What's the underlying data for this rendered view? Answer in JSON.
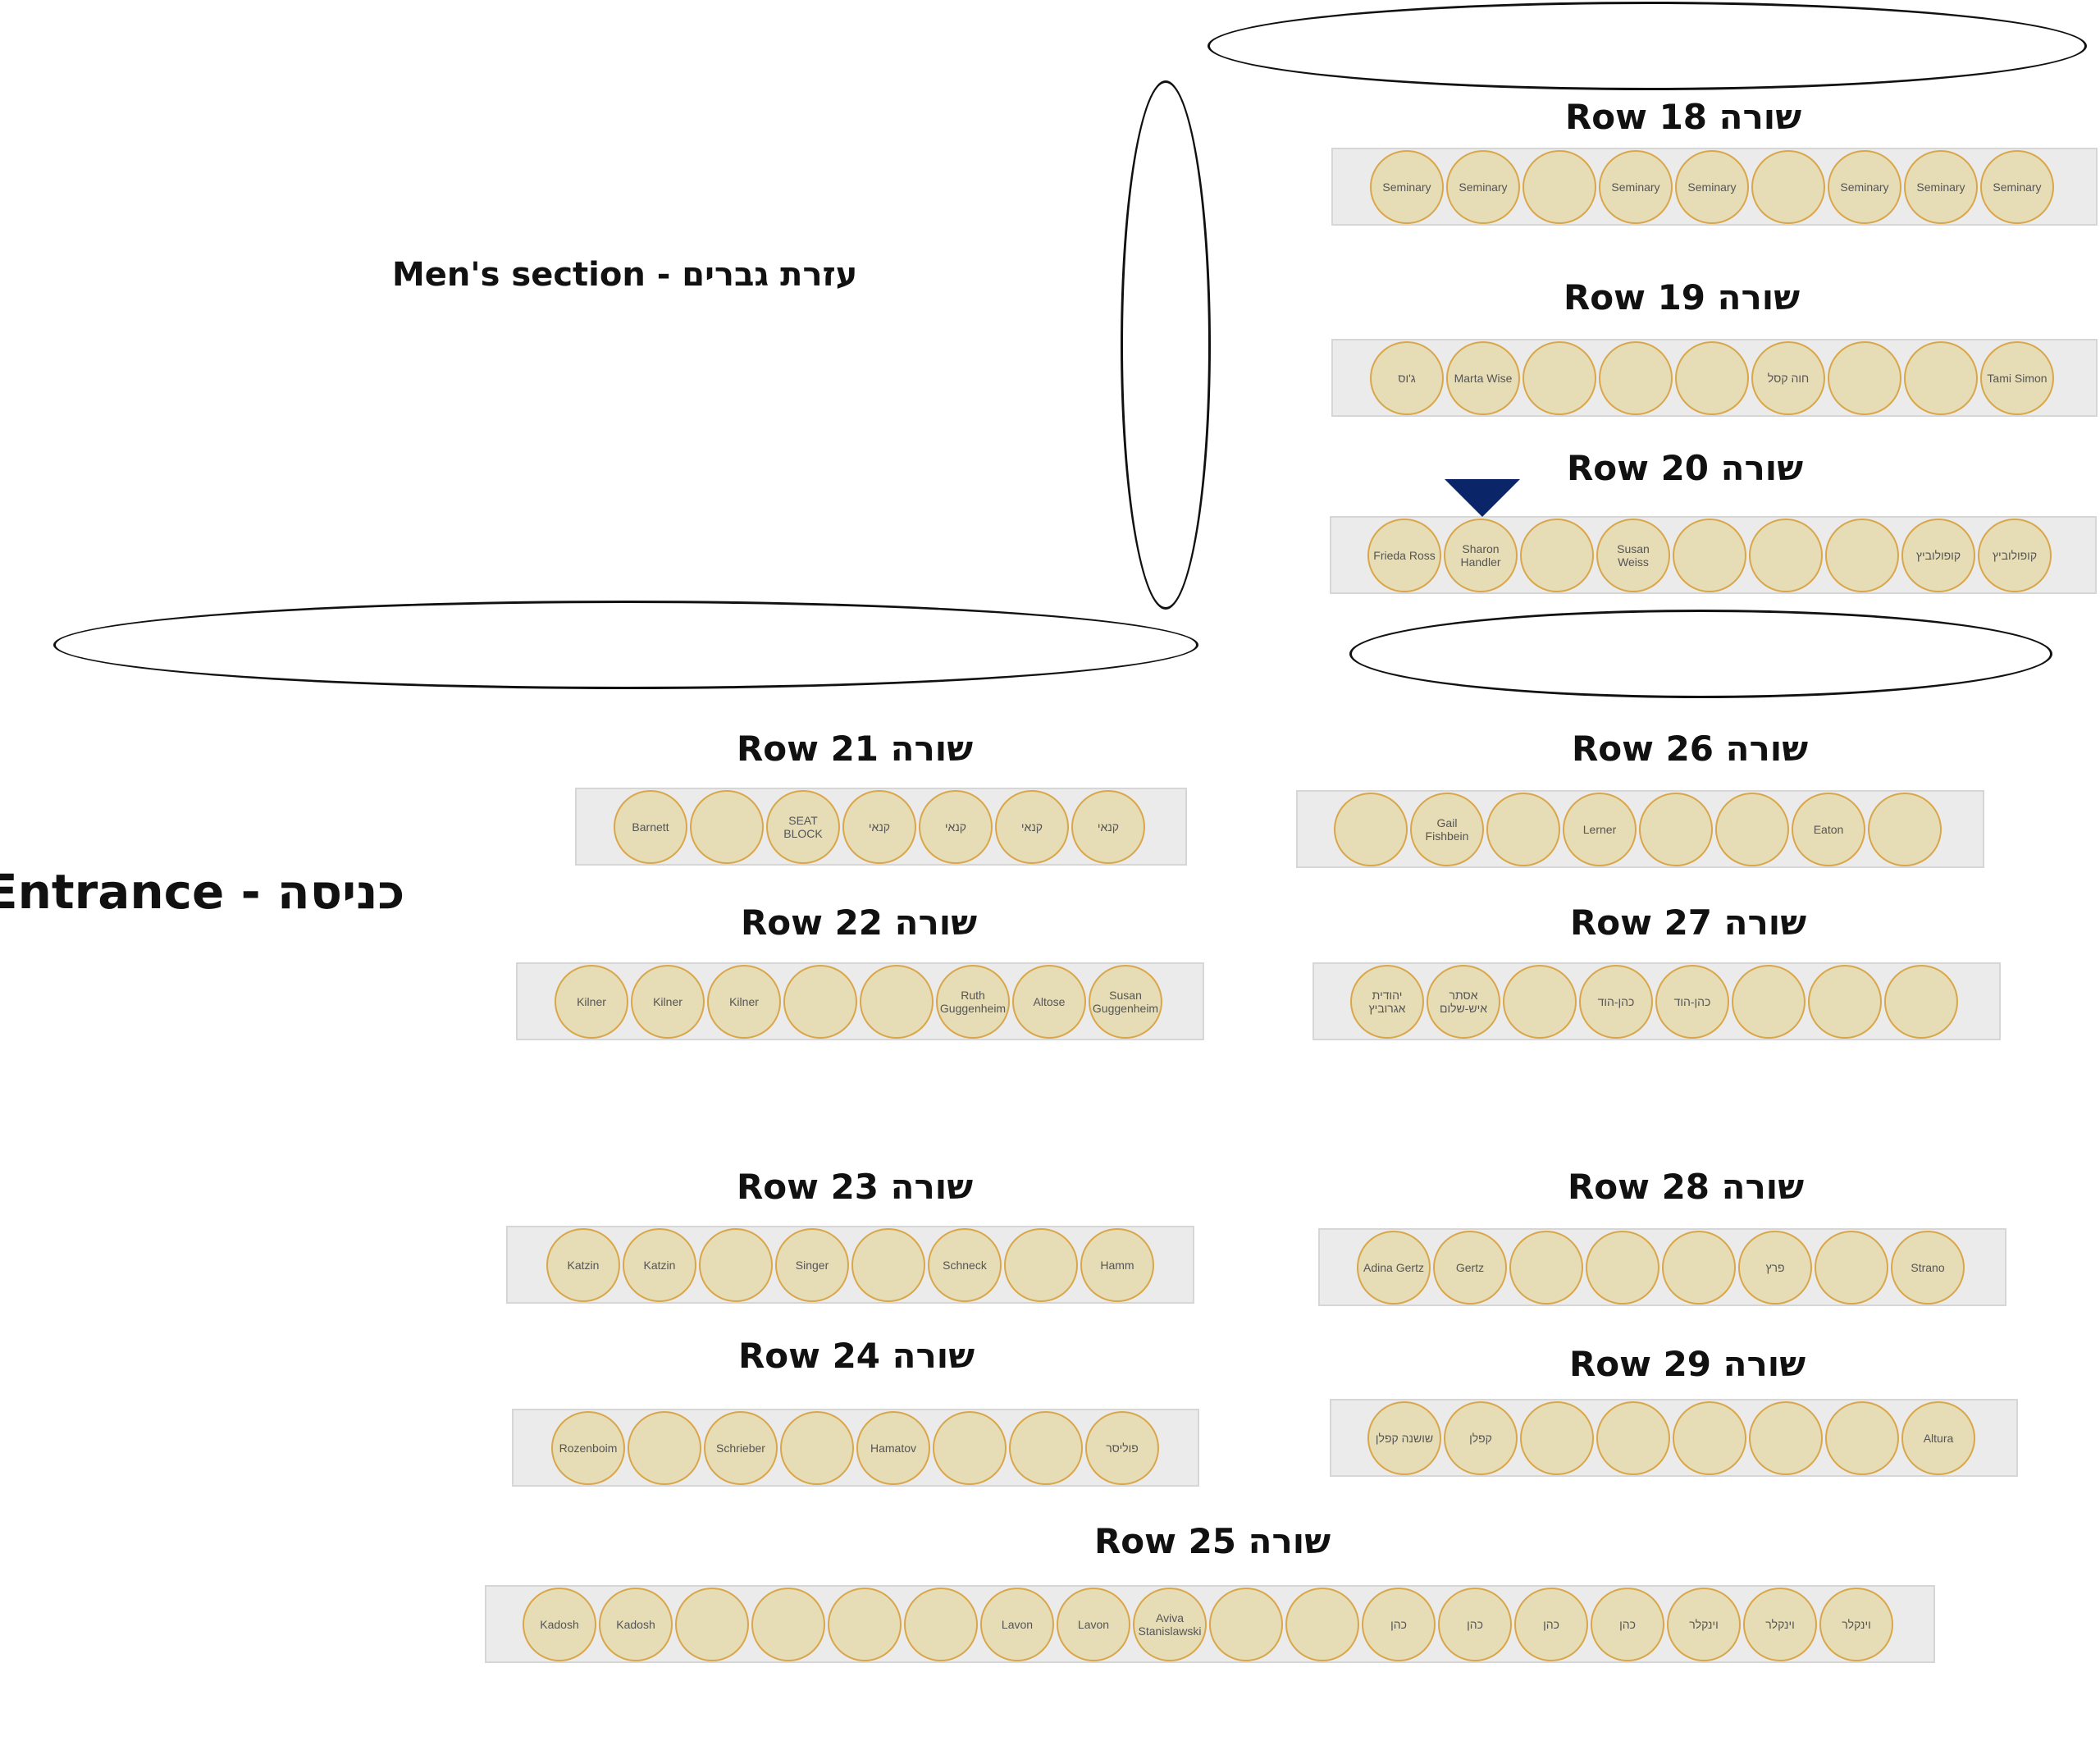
{
  "section_labels": {
    "mens": "Men's section - עזרת גברים",
    "entrance": "Entrance - כניסה"
  },
  "colors": {
    "seat_fill": "#e6dcb6",
    "seat_border": "#d9a74a",
    "row_bg": "#ebebeb",
    "marker": "#0b2668"
  },
  "marker": {
    "row": 20,
    "seat_index": 1,
    "icon": "triangle-down-icon"
  },
  "rows": [
    {
      "id": 18,
      "title": "Row 18 שורה",
      "seats": [
        "Seminary",
        "Seminary",
        "",
        "Seminary",
        "Seminary",
        "",
        "Seminary",
        "Seminary",
        "Seminary"
      ]
    },
    {
      "id": 19,
      "title": "Row 19 שורה",
      "seats": [
        "ג'וס",
        "Marta Wise",
        "",
        "",
        "",
        "חוה קסל",
        "",
        "",
        "Tami Simon"
      ]
    },
    {
      "id": 20,
      "title": "Row 20 שורה",
      "seats": [
        "Frieda Ross",
        "Sharon Handler",
        "",
        "Susan Weiss",
        "",
        "",
        "",
        "קופולוביץ",
        "קופולוביץ"
      ]
    },
    {
      "id": 21,
      "title": "Row 21 שורה",
      "seats": [
        "Barnett",
        "",
        "SEAT BLOCK",
        "קנאי",
        "קנאי",
        "קנאי",
        "קנאי"
      ]
    },
    {
      "id": 22,
      "title": "Row 22 שורה",
      "seats": [
        "Kilner",
        "Kilner",
        "Kilner",
        "",
        "",
        "Ruth Guggenheim",
        "Altose",
        "Susan Guggenheim"
      ]
    },
    {
      "id": 23,
      "title": "Row 23 שורה",
      "seats": [
        "Katzin",
        "Katzin",
        "",
        "Singer",
        "",
        "Schneck",
        "",
        "Hamm"
      ]
    },
    {
      "id": 24,
      "title": "Row 24 שורה",
      "seats": [
        "Rozenboim",
        "",
        "Schrieber",
        "",
        "Hamatov",
        "",
        "",
        "פוליסר"
      ]
    },
    {
      "id": 25,
      "title": "Row 25 שורה",
      "seats": [
        "Kadosh",
        "Kadosh",
        "",
        "",
        "",
        "",
        "Lavon",
        "Lavon",
        "Aviva Stanislawski",
        "",
        "",
        "כהן",
        "כהן",
        "כהן",
        "כהן",
        "וינקלר",
        "וינקלר",
        "וינקלר"
      ]
    },
    {
      "id": 26,
      "title": "Row 26 שורה",
      "seats": [
        "",
        "Gail Fishbein",
        "",
        "Lerner",
        "",
        "",
        "Eaton",
        ""
      ]
    },
    {
      "id": 27,
      "title": "Row 27 שורה",
      "seats": [
        "יהודית אגרוביץ",
        "אסתר איש-שלום",
        "",
        "כהן-הוד",
        "כהן-הוד",
        "",
        "",
        ""
      ]
    },
    {
      "id": 28,
      "title": "Row 28 שורה",
      "seats": [
        "Adina Gertz",
        "Gertz",
        "",
        "",
        "",
        "פרץ",
        "",
        "Strano"
      ]
    },
    {
      "id": 29,
      "title": "Row 29 שורה",
      "seats": [
        "שושנה קפלן",
        "קפלן",
        "",
        "",
        "",
        "",
        "",
        "Altura"
      ]
    }
  ]
}
